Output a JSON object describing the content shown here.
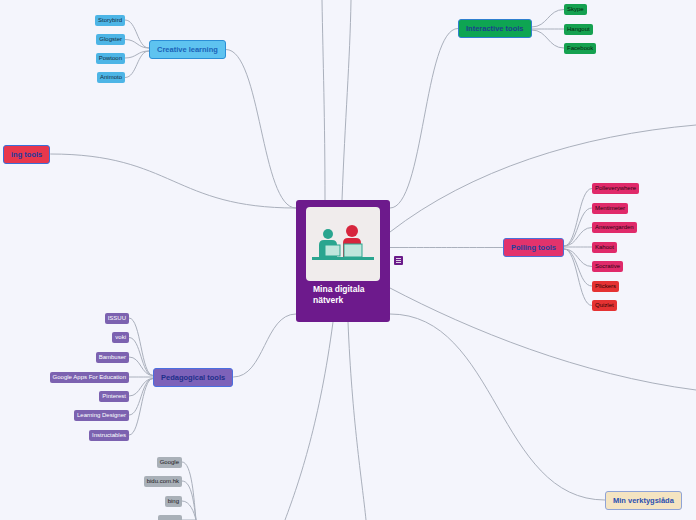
{
  "diagram": {
    "nodes": [
      {
        "text": [
          "Creative learning"
        ]
      },
      {
        "text": [
          "Storybird"
        ]
      },
      {
        "text": [
          "Glogster"
        ]
      },
      {
        "text": [
          "Powtoon"
        ]
      },
      {
        "text": [
          "Animoto"
        ]
      },
      {
        "text": [
          "Interactive tools"
        ]
      },
      {
        "text": [
          "Skype"
        ]
      },
      {
        "text": [
          "Hangout"
        ]
      },
      {
        "text": [
          "Facebook"
        ]
      },
      {
        "text": [
          "ing tools"
        ]
      },
      {
        "text": [
          "Mina digitala nätverk"
        ]
      },
      {
        "text": [
          "Polling tools"
        ]
      },
      {
        "text": [
          "Polleverywhere"
        ]
      },
      {
        "text": [
          "Mentimeter"
        ]
      },
      {
        "text": [
          "Answergarden"
        ]
      },
      {
        "text": [
          "Kahoot"
        ]
      },
      {
        "text": [
          "Socrative"
        ]
      },
      {
        "text": [
          "Plickers"
        ]
      },
      {
        "text": [
          "Quizlet"
        ]
      },
      {
        "text": [
          "Pedagogical tools"
        ]
      },
      {
        "text": [
          "ISSUU"
        ]
      },
      {
        "text": [
          "voki"
        ]
      },
      {
        "text": [
          "Bambuser"
        ]
      },
      {
        "text": [
          "Google Apps For Education"
        ]
      },
      {
        "text": [
          "Pinterest"
        ]
      },
      {
        "text": [
          "Learning Designer"
        ]
      },
      {
        "text": [
          "Instructables"
        ]
      },
      {
        "text": [
          "Google"
        ]
      },
      {
        "text": [
          "bidu.com.hk"
        ]
      },
      {
        "text": [
          "bing"
        ]
      },
      {
        "text": [
          "Min verktygslåda"
        ]
      }
    ],
    "edges": [
      {
        "from": 10,
        "to": 0,
        "arrow": "none"
      },
      {
        "from": 0,
        "to": 1,
        "arrow": "none"
      },
      {
        "from": 0,
        "to": 2,
        "arrow": "none"
      },
      {
        "from": 0,
        "to": 3,
        "arrow": "none"
      },
      {
        "from": 0,
        "to": 4,
        "arrow": "none"
      },
      {
        "from": 10,
        "to": 5,
        "arrow": "none"
      },
      {
        "from": 5,
        "to": 6,
        "arrow": "none"
      },
      {
        "from": 5,
        "to": 7,
        "arrow": "none"
      },
      {
        "from": 5,
        "to": 8,
        "arrow": "none"
      },
      {
        "from": 10,
        "to": 9,
        "arrow": "none"
      },
      {
        "from": 10,
        "to": 11,
        "arrow": "none"
      },
      {
        "from": 11,
        "to": 12,
        "arrow": "none"
      },
      {
        "from": 11,
        "to": 13,
        "arrow": "none"
      },
      {
        "from": 11,
        "to": 14,
        "arrow": "none"
      },
      {
        "from": 11,
        "to": 15,
        "arrow": "none"
      },
      {
        "from": 11,
        "to": 16,
        "arrow": "none"
      },
      {
        "from": 11,
        "to": 17,
        "arrow": "none"
      },
      {
        "from": 11,
        "to": 18,
        "arrow": "none"
      },
      {
        "from": 10,
        "to": 19,
        "arrow": "none"
      },
      {
        "from": 19,
        "to": 20,
        "arrow": "none"
      },
      {
        "from": 19,
        "to": 21,
        "arrow": "none"
      },
      {
        "from": 19,
        "to": 22,
        "arrow": "none"
      },
      {
        "from": 19,
        "to": 23,
        "arrow": "none"
      },
      {
        "from": 19,
        "to": 24,
        "arrow": "none"
      },
      {
        "from": 19,
        "to": 25,
        "arrow": "none"
      },
      {
        "from": 19,
        "to": 26,
        "arrow": "none"
      },
      {
        "from": 10,
        "to": 30,
        "arrow": "none"
      }
    ]
  }
}
